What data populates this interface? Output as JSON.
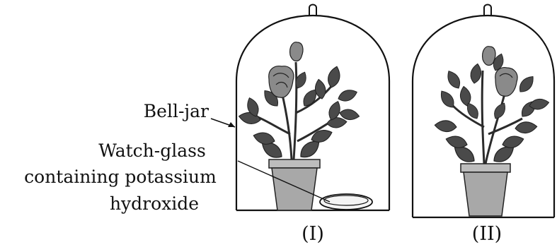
{
  "labels": {
    "bell_jar": "Bell-jar",
    "watch_glass_line1": "Watch-glass",
    "watch_glass_line2": "containing potassium",
    "watch_glass_line3": "hydroxide"
  },
  "captions": {
    "setup_one": "(I)",
    "setup_two": "(II)"
  },
  "colors": {
    "ink": "#111111",
    "leaf": "#4a4a4a",
    "leaf_dark": "#333333",
    "rose": "#8a8a8a",
    "pot": "#a8a8a8",
    "pot_rim": "#bdbdbd"
  }
}
